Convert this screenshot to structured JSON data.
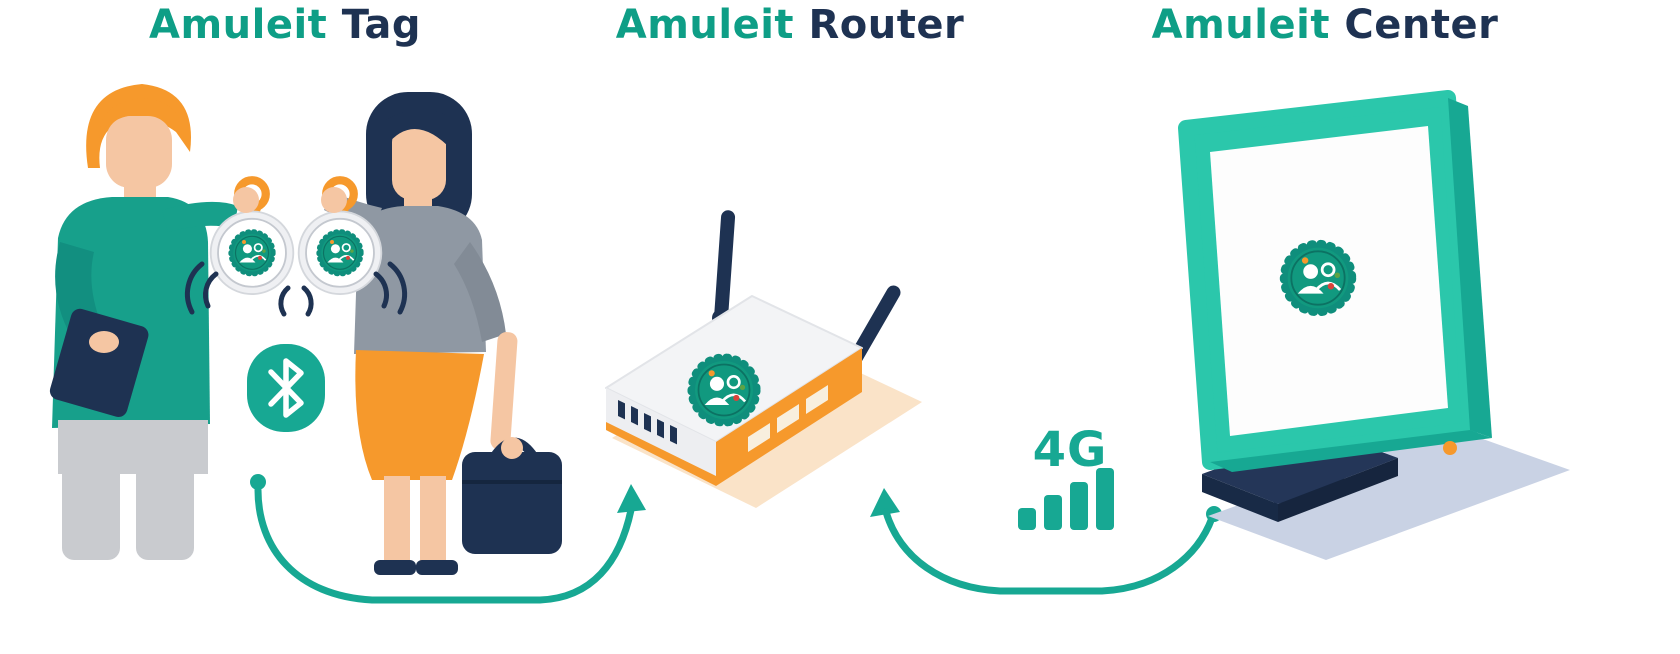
{
  "titles": [
    {
      "brand": "Amuleit",
      "product": "Tag"
    },
    {
      "brand": "Amuleit",
      "product": "Router"
    },
    {
      "brand": "Amuleit",
      "product": "Center"
    }
  ],
  "connection": {
    "cellular_label": "4G"
  },
  "colors": {
    "brand_teal": "#0E9E86",
    "connector_teal": "#17A893",
    "dark_navy": "#1E3252",
    "accent_orange": "#F6992C",
    "monitor_teal": "#2BC7AB",
    "router_shadow_peach": "#FAE3C8",
    "monitor_shadow_blue": "#C9D2E4",
    "badge_teal": "#11997F"
  },
  "icons": [
    {
      "name": "bluetooth-icon"
    },
    {
      "name": "signal-bars-icon",
      "bars": 4
    },
    {
      "name": "amuleit-logo-badge"
    }
  ]
}
